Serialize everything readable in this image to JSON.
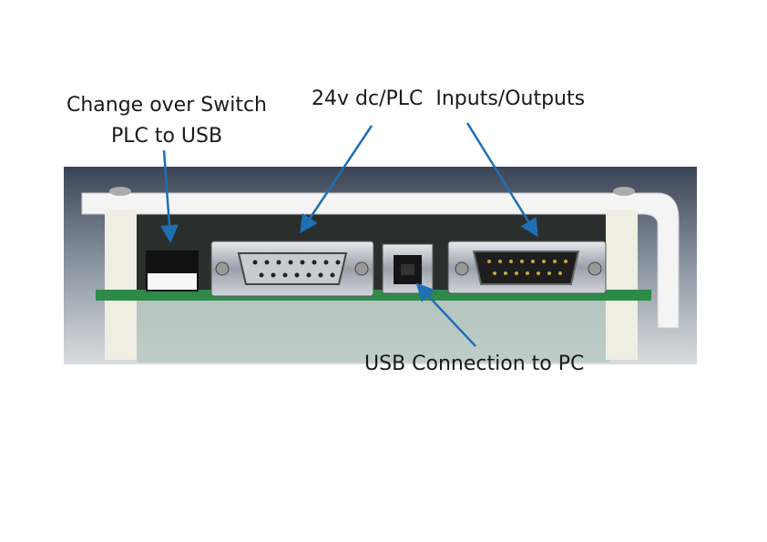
{
  "labels": {
    "switch_line1": "Change over Switch",
    "switch_line2": "PLC to USB",
    "io": "24v dc/PLC  Inputs/Outputs",
    "usb": "USB Connection to PC"
  },
  "colors": {
    "arrow": "#1f6fb5",
    "pcb": "#2e8a4a",
    "plate": "#f2f2f2"
  }
}
